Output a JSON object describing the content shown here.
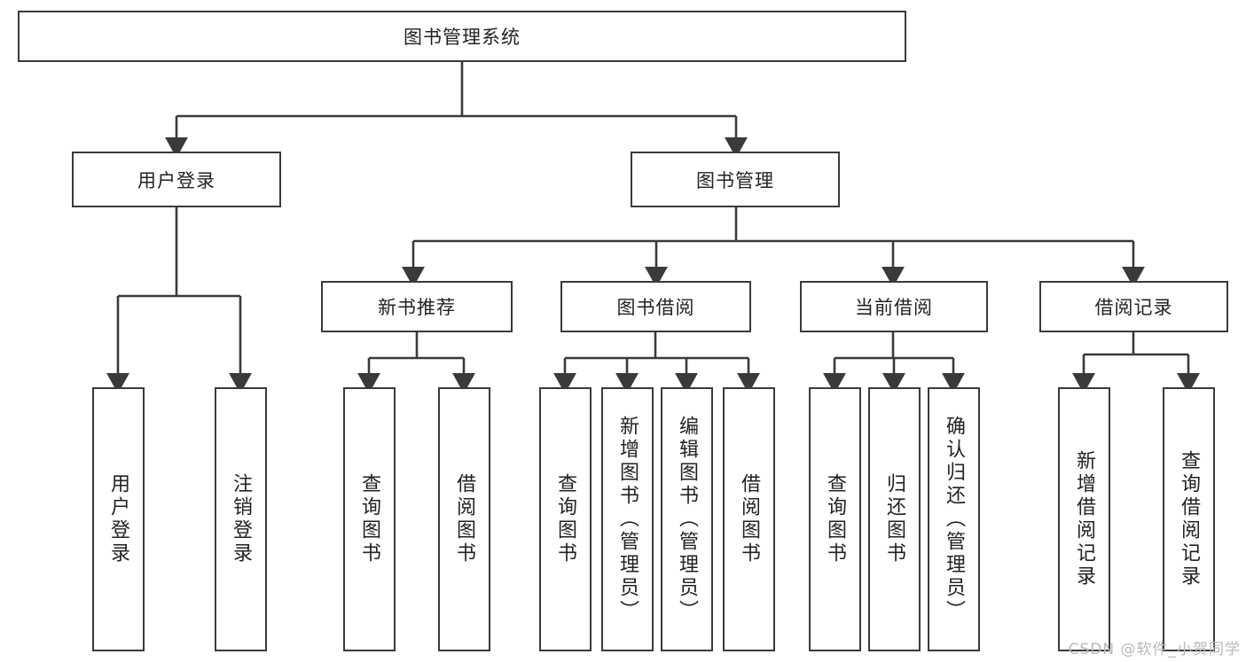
{
  "diagram": {
    "title": "图书管理系统",
    "type": "tree-hierarchy-diagram",
    "watermark": "CSDN @软件_小贺同学",
    "colors": {
      "box_border": "#3a3a3a",
      "box_fill": "#ffffff",
      "connector": "#3a3a3a",
      "text": "#222222",
      "watermark": "#b9b9b9"
    },
    "root": {
      "label": "图书管理系统"
    },
    "level2": [
      {
        "label": "用户登录"
      },
      {
        "label": "图书管理"
      }
    ],
    "level3": [
      {
        "label": "新书推荐"
      },
      {
        "label": "图书借阅"
      },
      {
        "label": "当前借阅"
      },
      {
        "label": "借阅记录"
      }
    ],
    "leaves": {
      "user_login": [
        {
          "label": "用户登录"
        },
        {
          "label": "注销登录"
        }
      ],
      "new_book_recommend": [
        {
          "label": "查询图书"
        },
        {
          "label": "借阅图书"
        }
      ],
      "book_borrow": [
        {
          "label": "查询图书"
        },
        {
          "label": "新增图书（管理员）"
        },
        {
          "label": "编辑图书（管理员）"
        },
        {
          "label": "借阅图书"
        }
      ],
      "current_borrow": [
        {
          "label": "查询图书"
        },
        {
          "label": "归还图书"
        },
        {
          "label": "确认归还（管理员）"
        }
      ],
      "borrow_record": [
        {
          "label": "新增借阅记录"
        },
        {
          "label": "查询借阅记录"
        }
      ]
    }
  }
}
